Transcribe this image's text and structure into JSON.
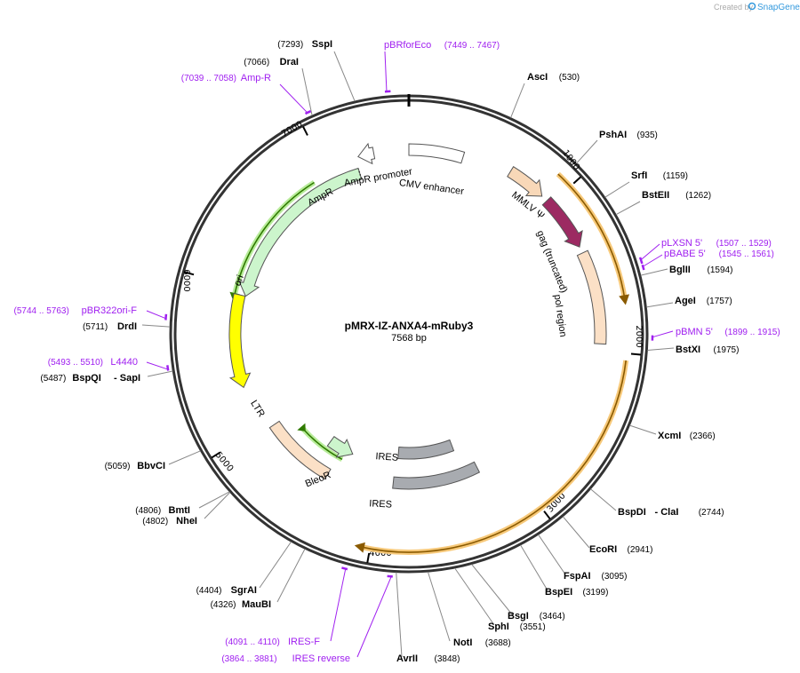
{
  "brand": {
    "created_by": "Created by",
    "name": "SnapGene"
  },
  "plasmid": {
    "name": "pMRX-IZ-ANXA4-mRuby3",
    "size_label": "7568 bp",
    "length": 7568
  },
  "ticks": [
    {
      "pos": 1000,
      "label": "1000"
    },
    {
      "pos": 2000,
      "label": "2000"
    },
    {
      "pos": 3000,
      "label": "3000"
    },
    {
      "pos": 4000,
      "label": "4000"
    },
    {
      "pos": 5000,
      "label": "5000"
    },
    {
      "pos": 6000,
      "label": "6000"
    },
    {
      "pos": 7000,
      "label": "7000"
    }
  ],
  "enzymes": [
    {
      "name": "SspI",
      "pos_label": "(7293)",
      "pos": 7293
    },
    {
      "name": "DraI",
      "pos_label": "(7066)",
      "pos": 7066
    },
    {
      "name": "AscI",
      "pos_label": "(530)",
      "pos": 530
    },
    {
      "name": "PshAI",
      "pos_label": "(935)",
      "pos": 935
    },
    {
      "name": "SrfI",
      "pos_label": "(1159)",
      "pos": 1159
    },
    {
      "name": "BstEII",
      "pos_label": "(1262)",
      "pos": 1262
    },
    {
      "name": "BglII",
      "pos_label": "(1594)",
      "pos": 1594
    },
    {
      "name": "AgeI",
      "pos_label": "(1757)",
      "pos": 1757
    },
    {
      "name": "BstXI",
      "pos_label": "(1975)",
      "pos": 1975
    },
    {
      "name": "XcmI",
      "pos_label": "(2366)",
      "pos": 2366
    },
    {
      "name": "BspDI",
      "extra": "- ClaI",
      "pos_label": "(2744)",
      "pos": 2744
    },
    {
      "name": "EcoRI",
      "pos_label": "(2941)",
      "pos": 2941
    },
    {
      "name": "FspAI",
      "pos_label": "(3095)",
      "pos": 3095
    },
    {
      "name": "BspEI",
      "pos_label": "(3199)",
      "pos": 3199
    },
    {
      "name": "BsgI",
      "pos_label": "(3464)",
      "pos": 3464
    },
    {
      "name": "SphI",
      "pos_label": "(3551)",
      "pos": 3551
    },
    {
      "name": "NotI",
      "pos_label": "(3688)",
      "pos": 3688
    },
    {
      "name": "AvrII",
      "pos_label": "(3848)",
      "pos": 3848
    },
    {
      "name": "SgrAI",
      "pos_label": "(4404)",
      "pos": 4404
    },
    {
      "name": "MauBI",
      "pos_label": "(4326)",
      "pos": 4326
    },
    {
      "name": "BmtI",
      "pos_label": "(4806)",
      "pos": 4806
    },
    {
      "name": "NheI",
      "pos_label": "(4802)",
      "pos": 4802
    },
    {
      "name": "BbvCI",
      "pos_label": "(5059)",
      "pos": 5059
    },
    {
      "name": "BspQI",
      "extra": "- SapI",
      "pos_label": "(5487)",
      "pos": 5487
    },
    {
      "name": "DrdI",
      "pos_label": "(5711)",
      "pos": 5711
    }
  ],
  "primers": [
    {
      "name": "pBRforEco",
      "range_label": "(7449 .. 7467)",
      "start": 7449,
      "end": 7467
    },
    {
      "name": "Amp-R",
      "range_label": "(7039 .. 7058)",
      "start": 7039,
      "end": 7058
    },
    {
      "name": "pLXSN 5'",
      "range_label": "(1507 .. 1529)",
      "start": 1507,
      "end": 1529
    },
    {
      "name": "pBABE 5'",
      "range_label": "(1545 .. 1561)",
      "start": 1545,
      "end": 1561
    },
    {
      "name": "pBMN 5'",
      "range_label": "(1899 .. 1915)",
      "start": 1899,
      "end": 1915
    },
    {
      "name": "pBR322ori-F",
      "range_label": "(5744 .. 5763)",
      "start": 5744,
      "end": 5763
    },
    {
      "name": "L4440",
      "range_label": "(5493 .. 5510)",
      "start": 5493,
      "end": 5510
    },
    {
      "name": "IRES-F",
      "range_label": "(4091 .. 4110)",
      "start": 4091,
      "end": 4110
    },
    {
      "name": "IRES reverse",
      "range_label": "(3864 .. 3881)",
      "start": 3864,
      "end": 3881
    }
  ],
  "features": [
    {
      "name": "CMV enhancer",
      "color": "#ffffff"
    },
    {
      "name": "MMLV Ψ",
      "color": "#f8d8b8"
    },
    {
      "name": "gag (truncated)",
      "color": "#9c2a62"
    },
    {
      "name": "pol region",
      "color": "#fbe0c6"
    },
    {
      "name": "AmpR promoter",
      "color": "#ffffff"
    },
    {
      "name": "AmpR",
      "color": "#ccf5cc"
    },
    {
      "name": "ori",
      "color": "#ffff00"
    },
    {
      "name": "LTR",
      "color": "#fbe0c6"
    },
    {
      "name": "IRES",
      "color": "#a8abb0"
    },
    {
      "name": "BleoR",
      "color": "#ccf5cc"
    },
    {
      "name": "IRES",
      "color": "#a8abb0"
    }
  ],
  "colors": {
    "primer": "#a020f0",
    "orf_outer": "#f7c97a",
    "orf_inner": "#8a5a00",
    "green_outer": "#b8ec9a",
    "green_inner": "#2f7a00"
  }
}
